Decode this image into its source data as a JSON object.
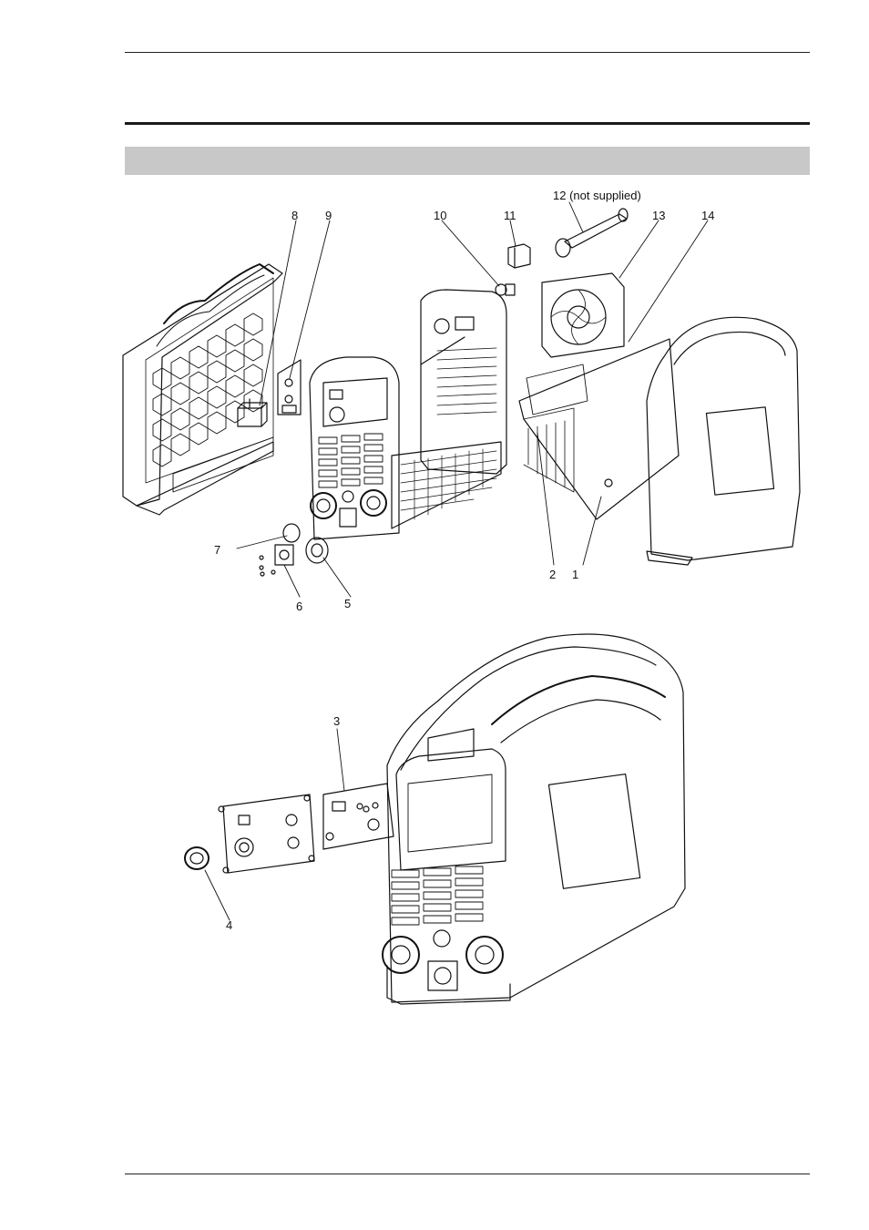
{
  "section_header": "",
  "callouts": {
    "c1": "1",
    "c2": "2",
    "c3": "3",
    "c4": "4",
    "c5": "5",
    "c6": "6",
    "c7": "7",
    "c8": "8",
    "c9": "9",
    "c10": "10",
    "c11": "11",
    "c12": "12 (not supplied)",
    "c13": "13",
    "c14": "14"
  },
  "colors": {
    "rule": "#1a1a1a",
    "band": "#c8c8c8",
    "line_art": "#111111"
  }
}
